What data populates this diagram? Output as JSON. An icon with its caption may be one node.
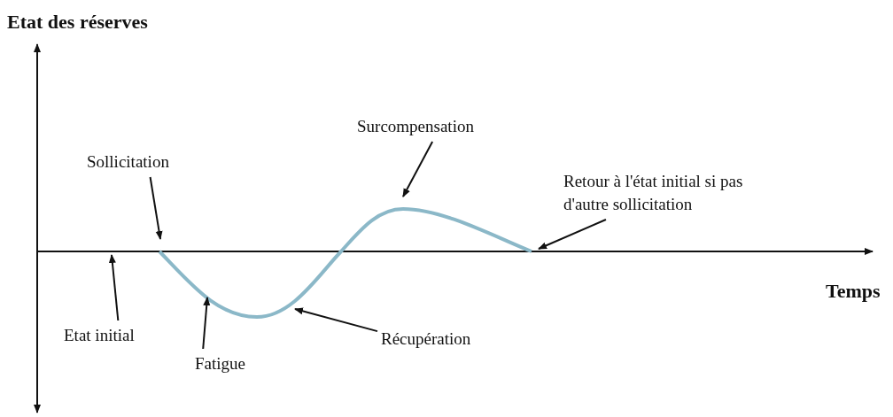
{
  "diagram": {
    "nodes": [
      {
        "text": [
          "Sollicitation"
        ]
      },
      {
        "text": [
          "Surcompensation"
        ]
      },
      {
        "text": [
          "Retour à l'état initial si pas d'autre sollicitation"
        ]
      },
      {
        "text": [
          "Etat initial"
        ]
      },
      {
        "text": [
          "Fatigue"
        ]
      },
      {
        "text": [
          "Récupération"
        ]
      },
      {
        "text": [],
        "shape": "curve"
      }
    ],
    "edges": [
      {
        "from": 0,
        "to": 6,
        "arrow": "to"
      },
      {
        "from": 1,
        "to": 6,
        "arrow": "to"
      },
      {
        "from": 2,
        "to": 6,
        "arrow": "to"
      },
      {
        "from": 3,
        "to": null,
        "arrow": "to"
      },
      {
        "from": 4,
        "to": 6,
        "arrow": "to"
      },
      {
        "from": 5,
        "to": 6,
        "arrow": "to"
      }
    ],
    "labels": [
      "Etat des réserves",
      "Temps"
    ]
  }
}
